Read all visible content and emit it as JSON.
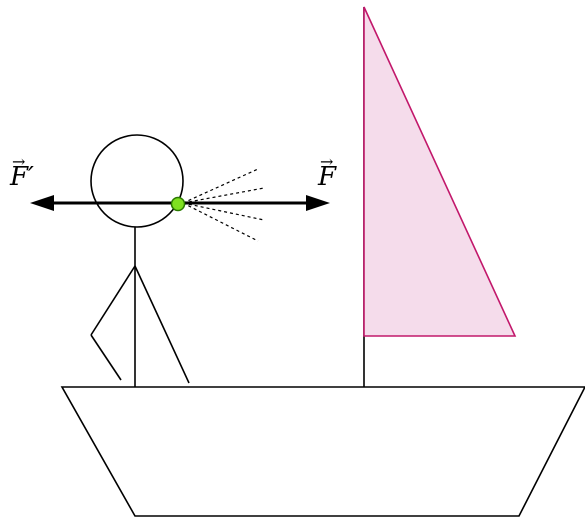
{
  "diagram": {
    "labels": {
      "force_left": "F′",
      "force_right": "F",
      "vector_arrow": "→"
    },
    "colors": {
      "ink": "#000000",
      "sail_stroke": "#c2186b",
      "sail_fill": "#f5dceb",
      "light_point": "#7fe020",
      "light_point_stroke": "#2a7a00"
    },
    "icons": {
      "boat": "trapezoid-hull",
      "sail": "triangle-sail",
      "person": "stick-figure",
      "light_point": "green-dot",
      "rays": "dotted-light-rays"
    }
  }
}
